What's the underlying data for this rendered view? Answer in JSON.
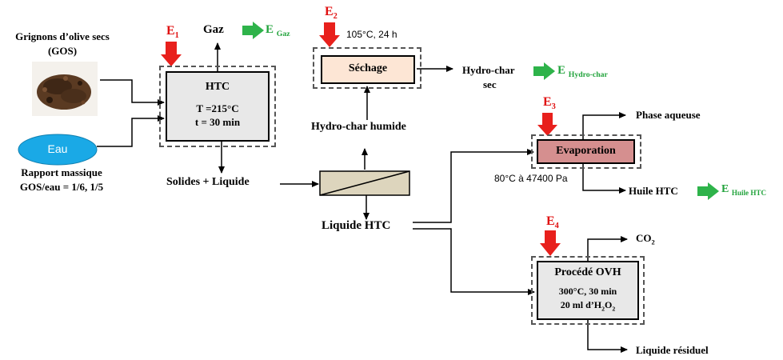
{
  "colors": {
    "energy_arrow": "#e8201c",
    "output_energy_arrow": "#2eb34a",
    "htc_box": "#e8e8e8",
    "sechage_box": "#fde6d5",
    "evaporation_box": "#d58f8f",
    "ovh_box": "#e8e8e8",
    "separator_box": "#ddd5bd",
    "eau_ellipse": "#1aa9e6"
  },
  "inputs": {
    "gos_title_line1": "Grignons d’olive secs",
    "gos_title_line2": "(GOS)",
    "eau_label": "Eau",
    "ratio_line1": "Rapport massique",
    "ratio_line2": "GOS/eau = 1/6, 1/5"
  },
  "htc": {
    "energy_label": "E",
    "energy_index": "1",
    "title": "HTC",
    "temperature": "T =215°C",
    "duration": "t = 30 min",
    "gas_label": "Gaz",
    "gas_energy_label": "E",
    "gas_energy_sub": "Gaz"
  },
  "sechage": {
    "energy_label": "E",
    "energy_index": "2",
    "conditions": "105°C, 24 h",
    "title": "Séchage",
    "product_line1": "Hydro-char",
    "product_line2": "sec",
    "product_energy_label": "E",
    "product_energy_sub": "Hydro-char"
  },
  "separation": {
    "solids_liquid": "Solides + Liquide",
    "wet_hydrochar": "Hydro-char humide",
    "liquid_htc": "Liquide HTC"
  },
  "evaporation": {
    "energy_label": "E",
    "energy_index": "3",
    "title": "Evaporation",
    "conditions": "80°C à 47400 Pa",
    "aqueous_phase": "Phase aqueuse",
    "oil_label": "Huile HTC",
    "oil_energy_label": "E",
    "oil_energy_sub": "Huile HTC"
  },
  "ovh": {
    "energy_label": "E",
    "energy_index": "4",
    "title": "Procédé OVH",
    "conditions": "300°C, 30 min",
    "peroxide_prefix": "20 ml d’H",
    "peroxide_sub1": "2",
    "peroxide_mid": "O",
    "peroxide_sub2": "2",
    "co2_main": "CO",
    "co2_sub": "2",
    "residual_liquid": "Liquide résiduel"
  }
}
